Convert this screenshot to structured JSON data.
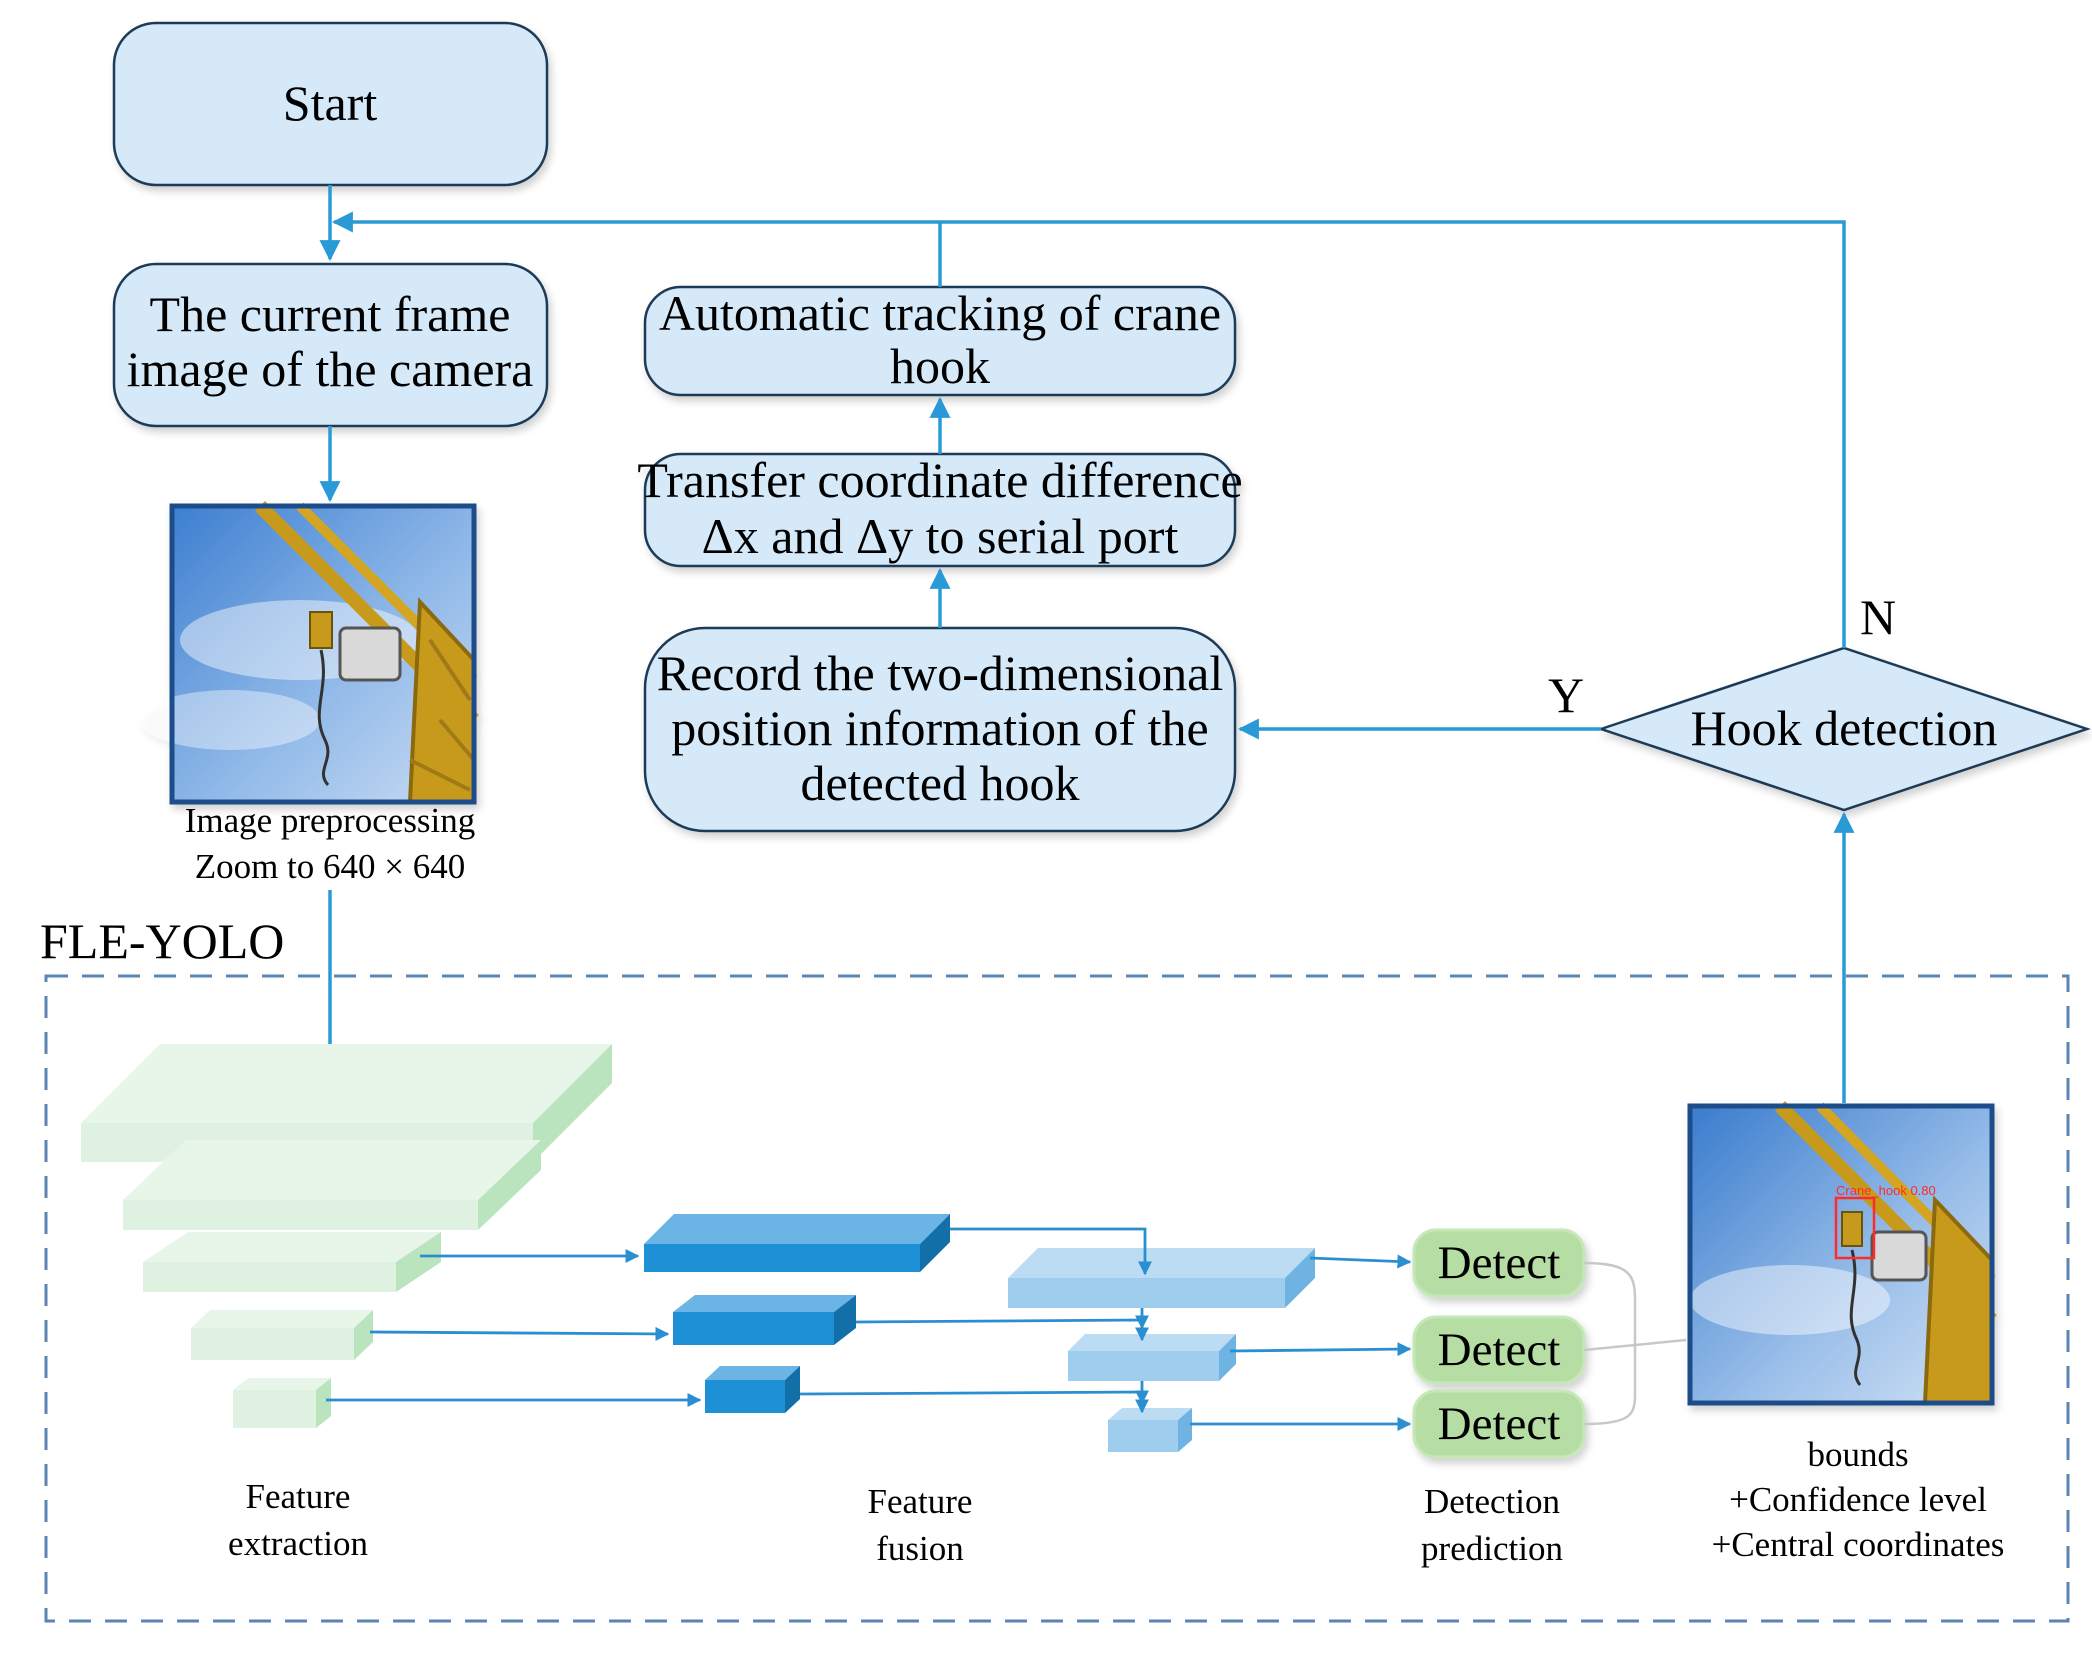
{
  "nodes": {
    "start": "Start",
    "frame": [
      "The current frame",
      "image of the camera"
    ],
    "tracking": [
      "Automatic tracking of crane",
      "hook"
    ],
    "transfer": [
      "Transfer coordinate difference",
      "Δx and Δy to serial port"
    ],
    "record": [
      "Record the two-dimensional",
      "position information of the",
      "detected hook"
    ],
    "decision": "Hook detection"
  },
  "branches": {
    "yes": "Y",
    "no": "N"
  },
  "preprocess": [
    "Image preprocessing",
    "Zoom to 640 × 640"
  ],
  "model": {
    "name": "FLE-YOLO",
    "stages": {
      "extraction": [
        "Feature",
        "extraction"
      ],
      "fusion": [
        "Feature",
        "fusion"
      ],
      "prediction": [
        "Detection",
        "prediction"
      ]
    },
    "detect_labels": [
      "Detect",
      "Detect",
      "Detect"
    ],
    "output_caption": [
      "bounds",
      "+Confidence level",
      "+Central coordinates"
    ],
    "bbox_label": "Crane_hook 0.80"
  },
  "colors": {
    "arrow": "#2a9ad6",
    "node_fill": "#d6e9f8",
    "node_stroke": "#1f3b57",
    "extract_layers": "#dff2e1",
    "fusion_blocks": "#1e90d6",
    "detect_fill": "#b6dda4",
    "dashed_border": "#5b86b3"
  }
}
